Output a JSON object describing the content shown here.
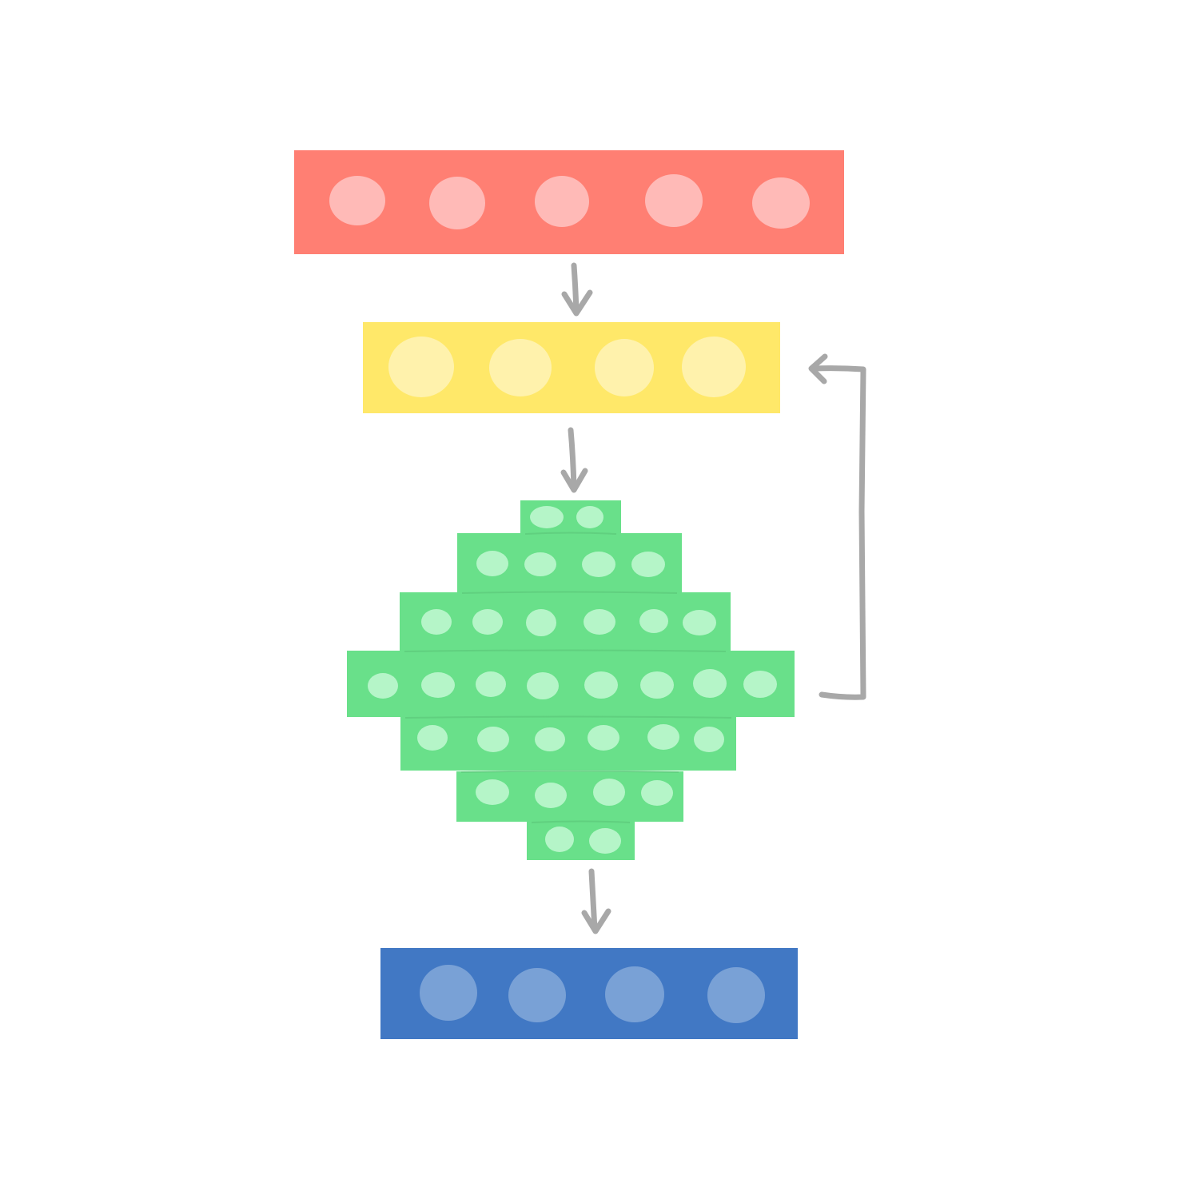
{
  "diagram": {
    "colors": {
      "background": "#ffffff",
      "arrow": "#a8a8a8",
      "row_divider": "#5cc97a"
    },
    "layers": [
      {
        "name": "input-layer",
        "fill": "#ff7f73",
        "node_fill": "#ffbab7",
        "rows": [
          5
        ]
      },
      {
        "name": "recurrent-layer",
        "fill": "#ffe869",
        "node_fill": "#fff2ac",
        "rows": [
          4
        ]
      },
      {
        "name": "hidden-cluster",
        "fill": "#69e08a",
        "node_fill": "#b5f5c8",
        "rows": [
          2,
          4,
          6,
          8,
          6,
          4,
          2
        ]
      },
      {
        "name": "output-layer",
        "fill": "#4178c4",
        "node_fill": "#79a1d6",
        "rows": [
          4
        ]
      }
    ],
    "connections": [
      {
        "from": "input-layer",
        "to": "recurrent-layer"
      },
      {
        "from": "recurrent-layer",
        "to": "hidden-cluster"
      },
      {
        "from": "hidden-cluster",
        "to": "output-layer"
      },
      {
        "from": "hidden-cluster",
        "to": "recurrent-layer",
        "kind": "feedback"
      }
    ]
  }
}
